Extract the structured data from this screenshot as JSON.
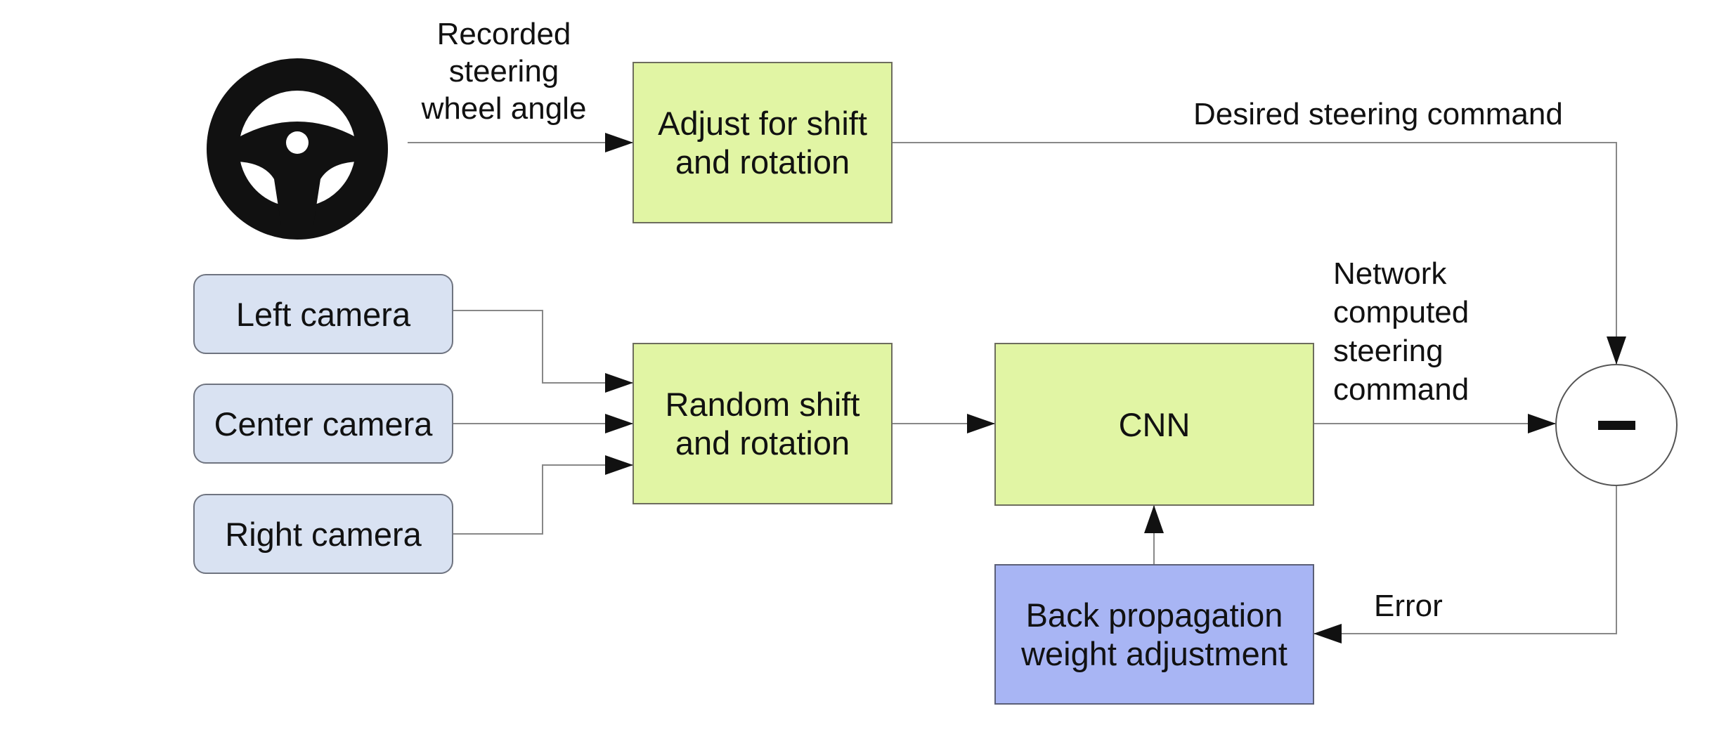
{
  "labels": {
    "recorded_angle": "Recorded\nsteering\nwheel angle",
    "desired_command": "Desired steering command",
    "network_command": "Network\ncomputed\nsteering\ncommand",
    "error": "Error"
  },
  "boxes": {
    "adjust": "Adjust for shift\nand rotation",
    "random": "Random shift\nand rotation",
    "cnn": "CNN",
    "backprop": "Back propagation\nweight adjustment"
  },
  "cameras": {
    "left": "Left camera",
    "center": "Center camera",
    "right": "Right camera"
  },
  "icons": {
    "steering_wheel": "steering-wheel-icon",
    "subtract": "minus-sign"
  },
  "colors": {
    "process_box": "#e1f5a4",
    "backprop_box": "#a8b5f4",
    "camera_box": "#d9e2f2"
  }
}
